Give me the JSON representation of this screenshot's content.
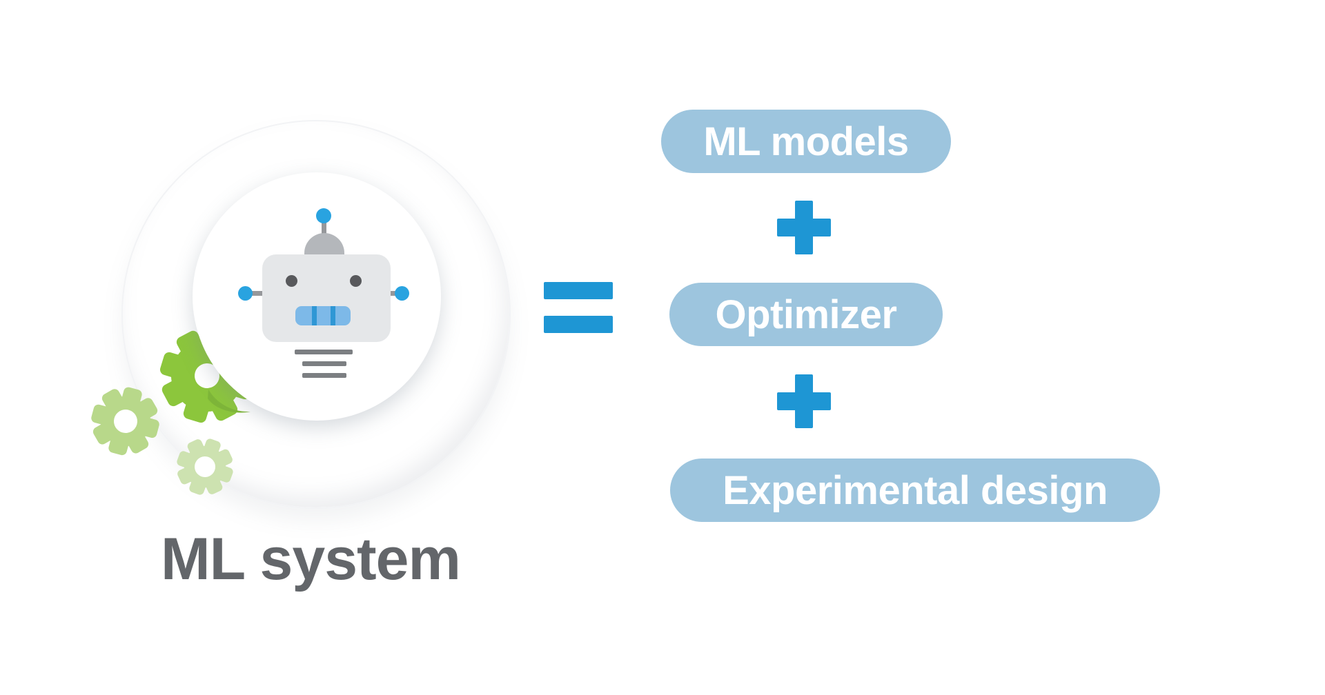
{
  "diagram": {
    "background": "#FFFFFF",
    "system": {
      "label": "ML system",
      "icon": "robot-in-rings-with-gears"
    },
    "operators": {
      "equals": "=",
      "plus": "+"
    },
    "components": [
      {
        "label": "ML models"
      },
      {
        "label": "Optimizer"
      },
      {
        "label": "Experimental design"
      }
    ],
    "colors": {
      "accent_blue": "#1E96D4",
      "pill_blue": "#9DC5DE",
      "pill_text": "#FFFFFF",
      "label_gray": "#63666A",
      "robot_body": "#E5E7E9",
      "robot_dome": "#B4B7BB",
      "robot_gray_details": "#7C7F82",
      "robot_blue": "#29A3E0",
      "mouth_blue": "#7DB9E8",
      "mouth_stripe_blue": "#2F97D5",
      "gear_green_bright": "#8CC63C",
      "gear_green_mid": "#B8D88A",
      "gear_green_light": "#CDE2B0"
    }
  }
}
